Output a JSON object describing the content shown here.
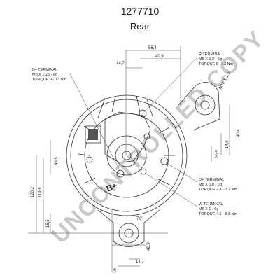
{
  "header": {
    "part_number": "1277710",
    "view": "Rear"
  },
  "watermark": "UNCONTROLLED COPY",
  "labels": {
    "b_plus_terminal": {
      "title": "B+ TERMINAL",
      "thread": "M8 X 1.25 - 6g",
      "torque": "TORQUE 9 - 13 Nm"
    },
    "r_terminal": {
      "title": "R TERMINAL",
      "thread": "M5 X 1.2 - 6g",
      "torque": "TORQUE 5 - 13 Nm"
    },
    "d_plus_terminal": {
      "title": "D+ TERMINAL",
      "thread": "M8 X 0.8 - 6g",
      "torque": "TORQUE 2.4 - 3.2 Nm"
    },
    "w_terminal": {
      "title": "W TERMINAL",
      "thread": "M6 X 1 - 6g",
      "torque": "TORQUE 4.1 - 5.5 Nm"
    },
    "b_plus_mark": "B+"
  },
  "dimensions": {
    "d_56_4": "56,4",
    "d_40_9": "40,9",
    "d_14_7_top": "14,7",
    "d_m12": "M12 X 1.5",
    "d_40_4": "40,4",
    "d_14_9": "14,9",
    "d_20_5": "20,5",
    "d_49_8": "49,8",
    "d_120_2": "120,2",
    "d_119_8": "119,8",
    "d_15_5": "15,5",
    "d_70deg": "70°",
    "d_40_9_bottom": "40,9",
    "d_16_bottom": "16",
    "d_14_7_bottom": "14,7"
  }
}
